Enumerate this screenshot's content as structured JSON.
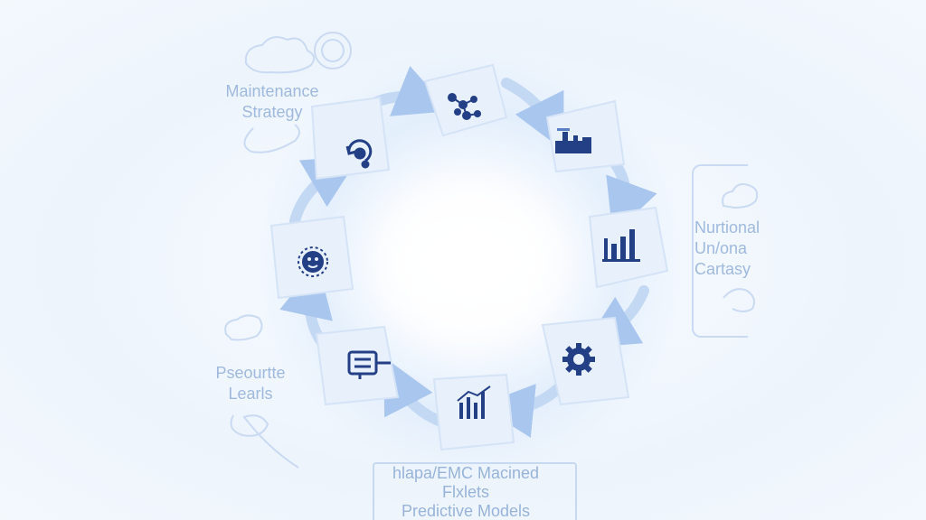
{
  "labels": {
    "maintenance": [
      "Maintenance",
      "Strategy"
    ],
    "nutritional": [
      "Nurtional",
      "Un/ona",
      "Cartasy"
    ],
    "pseoutte": [
      "Pseourtte",
      "Learls"
    ],
    "bottom": [
      "hlapa/EMC Macined",
      "Flxlets",
      "Predictive Models"
    ]
  },
  "cycle_nodes": [
    {
      "icon": "molecule-network-icon"
    },
    {
      "icon": "factory-icon"
    },
    {
      "icon": "bar-chart-icon"
    },
    {
      "icon": "gear-icon"
    },
    {
      "icon": "trend-chart-icon"
    },
    {
      "icon": "server-rack-icon"
    },
    {
      "icon": "sun-face-icon"
    },
    {
      "icon": "refresh-gear-icon"
    }
  ],
  "colors": {
    "icon": "#233f86",
    "arrow": "#b7d0f1",
    "node_fill": "#e9f1fc",
    "label": "#9fb9de"
  }
}
